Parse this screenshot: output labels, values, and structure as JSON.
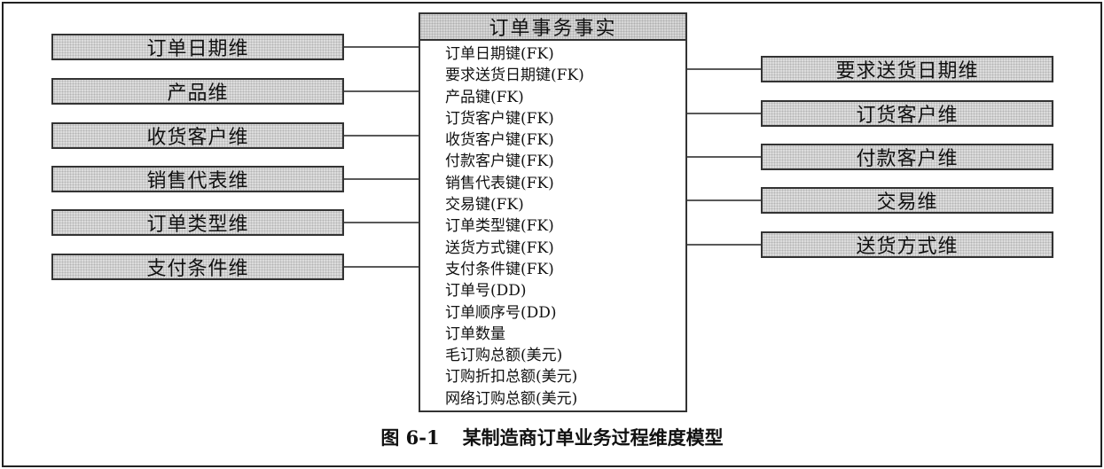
{
  "diagram": {
    "fact_table": {
      "title": "订单事务事实",
      "fields": [
        "订单日期键(FK)",
        "要求送货日期键(FK)",
        "产品键(FK)",
        "订货客户键(FK)",
        "收货客户键(FK)",
        "付款客户键(FK)",
        "销售代表键(FK)",
        "交易键(FK)",
        "订单类型键(FK)",
        "送货方式键(FK)",
        "支付条件键(FK)",
        "订单号(DD)",
        "订单顺序号(DD)",
        "订单数量",
        "毛订购总额(美元)",
        "订购折扣总额(美元)",
        "网络订购总额(美元)"
      ]
    },
    "left_dimensions": [
      "订单日期维",
      "产品维",
      "收货客户维",
      "销售代表维",
      "订单类型维",
      "支付条件维"
    ],
    "right_dimensions": [
      "要求送货日期维",
      "订货客户维",
      "付款客户维",
      "交易维",
      "送货方式维"
    ]
  },
  "caption": {
    "figure_number": "图 6-1",
    "title": "某制造商订单业务过程维度模型"
  }
}
